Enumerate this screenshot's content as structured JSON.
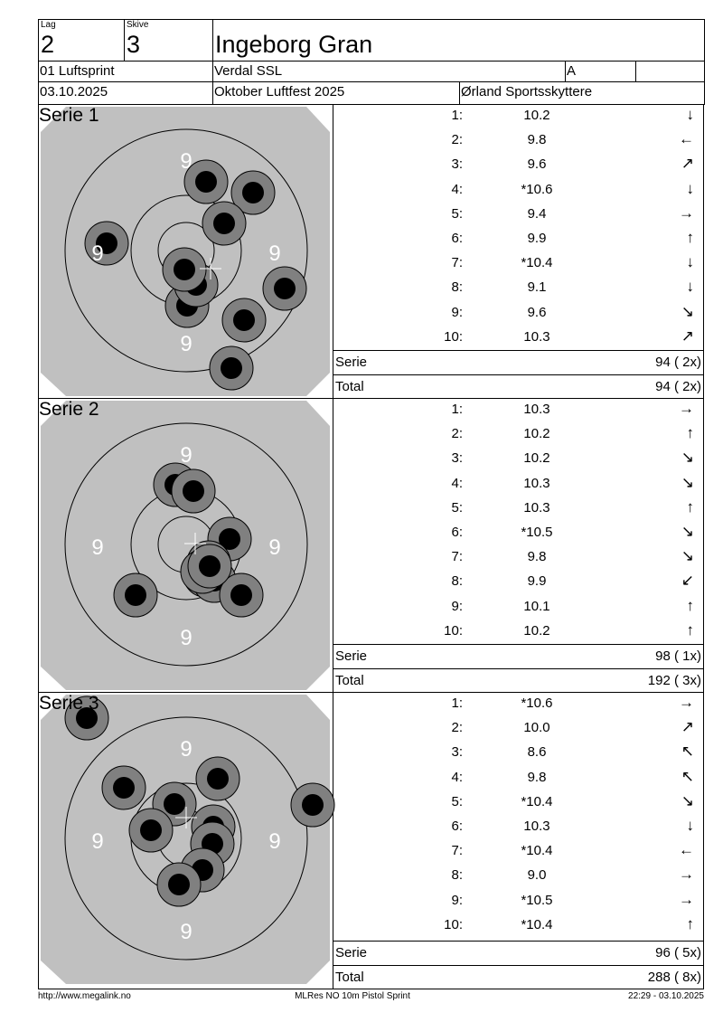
{
  "header": {
    "lag_label": "Lag",
    "lag": "2",
    "skive_label": "Skive",
    "skive": "3",
    "name": "Ingeborg Gran",
    "event": "01 Luftsprint",
    "club": "Verdal SSL",
    "class": "A",
    "class_extra": "",
    "date": "03.10.2025",
    "competition": "Oktober Luftfest 2025",
    "organizer": "Ørland Sportsskyttere"
  },
  "ring_label": "9",
  "colors": {
    "target": "#c0c0c0",
    "shot_outer": "#808080",
    "shot_inner": "#000000"
  },
  "series": [
    {
      "title": "Serie 1",
      "mean": [
        27,
        20
      ],
      "shots_xy": [
        [
          22,
          -76
        ],
        [
          74,
          -64
        ],
        [
          42,
          -30
        ],
        [
          -88,
          -8
        ],
        [
          109,
          42
        ],
        [
          64,
          77
        ],
        [
          50,
          130
        ],
        [
          1,
          61
        ],
        [
          11,
          38
        ],
        [
          -2,
          21
        ]
      ],
      "shots": [
        {
          "n": "1:",
          "v": "10.2",
          "a": "↓"
        },
        {
          "n": "2:",
          "v": "9.8",
          "a": "←"
        },
        {
          "n": "3:",
          "v": "9.6",
          "a": "↗"
        },
        {
          "n": "4:",
          "v": "*10.6",
          "a": "↓"
        },
        {
          "n": "5:",
          "v": "9.4",
          "a": "→"
        },
        {
          "n": "6:",
          "v": "9.9",
          "a": "↑"
        },
        {
          "n": "7:",
          "v": "*10.4",
          "a": "↓"
        },
        {
          "n": "8:",
          "v": "9.1",
          "a": "↓"
        },
        {
          "n": "9:",
          "v": "9.6",
          "a": "↘"
        },
        {
          "n": "10:",
          "v": "10.3",
          "a": "↗"
        }
      ],
      "serie_label": "Serie",
      "serie_value": "94 ( 2x)",
      "total_label": "Total",
      "total_value": "94 ( 2x)"
    },
    {
      "title": "Serie 2",
      "mean": [
        10,
        -1
      ],
      "shots_xy": [
        [
          -12,
          -66
        ],
        [
          8,
          -59
        ],
        [
          48,
          -6
        ],
        [
          25,
          20
        ],
        [
          21,
          34
        ],
        [
          31,
          40
        ],
        [
          -56,
          56
        ],
        [
          61,
          56
        ],
        [
          18,
          30
        ],
        [
          26,
          24
        ]
      ],
      "shots": [
        {
          "n": "1:",
          "v": "10.3",
          "a": "→"
        },
        {
          "n": "2:",
          "v": "10.2",
          "a": "↑"
        },
        {
          "n": "3:",
          "v": "10.2",
          "a": "↘"
        },
        {
          "n": "4:",
          "v": "10.3",
          "a": "↘"
        },
        {
          "n": "5:",
          "v": "10.3",
          "a": "↑"
        },
        {
          "n": "6:",
          "v": "*10.5",
          "a": "↘"
        },
        {
          "n": "7:",
          "v": "9.8",
          "a": "↘"
        },
        {
          "n": "8:",
          "v": "9.9",
          "a": "↙"
        },
        {
          "n": "9:",
          "v": "10.1",
          "a": "↑"
        },
        {
          "n": "10:",
          "v": "10.2",
          "a": "↑"
        }
      ],
      "serie_label": "Serie",
      "serie_value": "98 ( 1x)",
      "total_label": "Total",
      "total_value": "192 ( 3x)"
    },
    {
      "title": "Serie 3",
      "mean": [
        0,
        -23
      ],
      "shots_xy": [
        [
          -110,
          -133
        ],
        [
          -69,
          -56
        ],
        [
          35,
          -66
        ],
        [
          140,
          -37
        ],
        [
          -13,
          -38
        ],
        [
          -39,
          -9
        ],
        [
          30,
          -13
        ],
        [
          29,
          6
        ],
        [
          18,
          35
        ],
        [
          -8,
          51
        ]
      ],
      "shots": [
        {
          "n": "1:",
          "v": "*10.6",
          "a": "→"
        },
        {
          "n": "2:",
          "v": "10.0",
          "a": "↗"
        },
        {
          "n": "3:",
          "v": "8.6",
          "a": "↖"
        },
        {
          "n": "4:",
          "v": "9.8",
          "a": "↖"
        },
        {
          "n": "5:",
          "v": "*10.4",
          "a": "↘"
        },
        {
          "n": "6:",
          "v": "10.3",
          "a": "↓"
        },
        {
          "n": "7:",
          "v": "*10.4",
          "a": "←"
        },
        {
          "n": "8:",
          "v": "9.0",
          "a": "→"
        },
        {
          "n": "9:",
          "v": "*10.5",
          "a": "→"
        },
        {
          "n": "10:",
          "v": "*10.4",
          "a": "↑"
        }
      ],
      "serie_label": "Serie",
      "serie_value": "96 ( 5x)",
      "total_label": "Total",
      "total_value": "288 ( 8x)"
    }
  ],
  "footer": {
    "url": "http://www.megalink.no",
    "program": "MLRes NO  10m Pistol Sprint",
    "timestamp": "22:29 - 03.10.2025"
  }
}
